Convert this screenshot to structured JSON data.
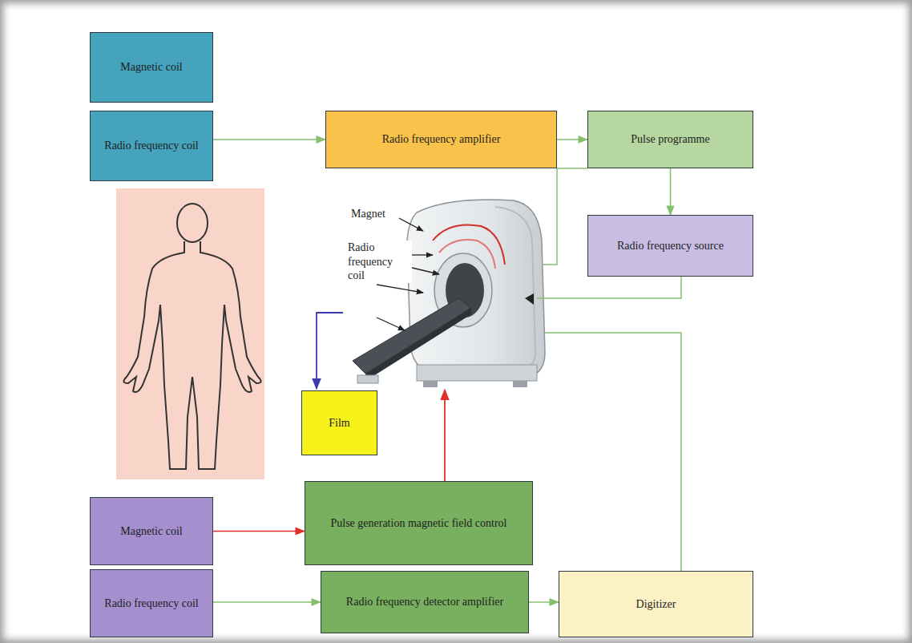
{
  "diagram": {
    "nodes": [
      {
        "text": [
          "Magnetic coil"
        ]
      },
      {
        "text": [
          "Radio frequency coil"
        ]
      },
      {
        "text": [
          "Radio frequency amplifier"
        ]
      },
      {
        "text": [
          "Pulse programme"
        ]
      },
      {
        "text": [
          "Radio frequency source"
        ]
      },
      {
        "text": [
          "Film"
        ]
      },
      {
        "text": [
          "Magnetic coil"
        ]
      },
      {
        "text": [
          "Pulse generation magnetic field control"
        ]
      },
      {
        "text": [
          "Radio frequency coil"
        ]
      },
      {
        "text": [
          "Radio frequency detector amplifier"
        ]
      },
      {
        "text": [
          "Digitizer"
        ]
      }
    ],
    "edges": [
      {
        "from": 1,
        "to": 2,
        "arrow": "to"
      },
      {
        "from": 2,
        "to": 3,
        "arrow": "to"
      },
      {
        "from": 3,
        "to": 4,
        "arrow": "to"
      },
      {
        "from": 6,
        "to": 7,
        "arrow": "to"
      },
      {
        "from": 8,
        "to": 9,
        "arrow": "to"
      },
      {
        "from": 9,
        "to": 10,
        "arrow": "to"
      }
    ],
    "labels": [
      "Magnet",
      "Radio frequency coil"
    ]
  }
}
